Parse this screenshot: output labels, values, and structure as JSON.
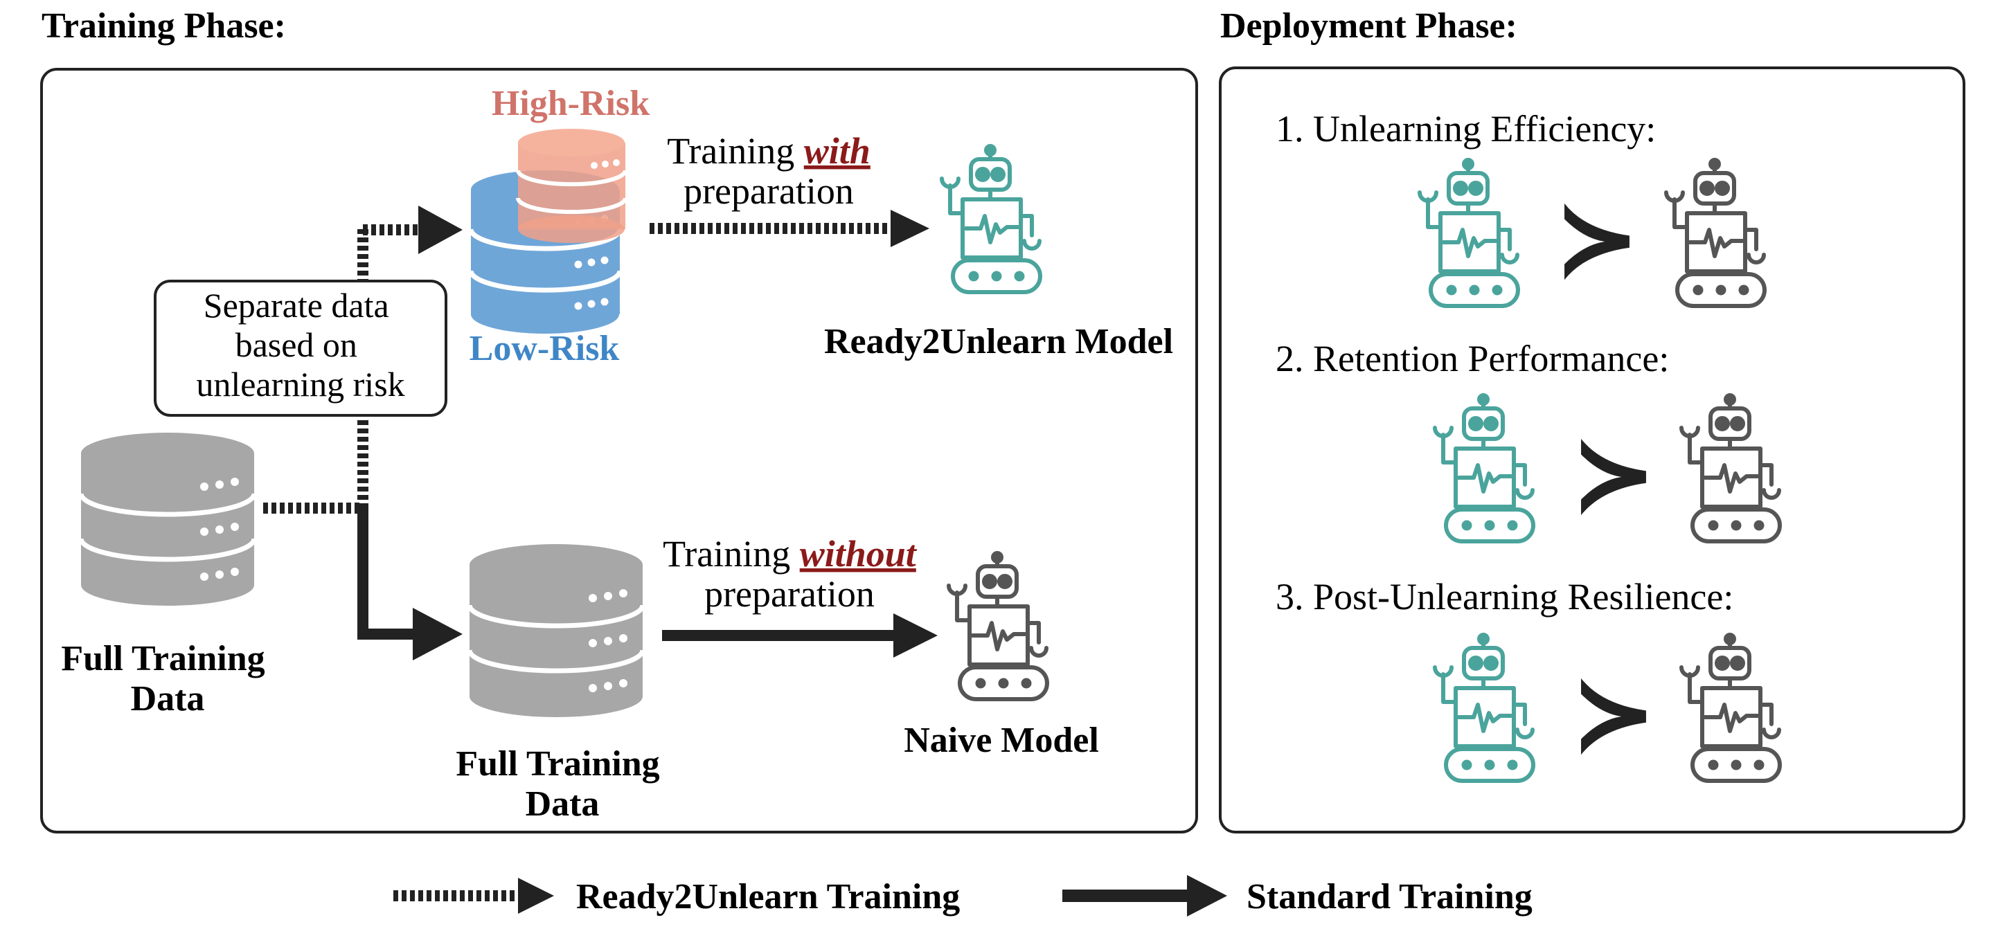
{
  "colors": {
    "teal": "#4aa49c",
    "gray_robot": "#555555",
    "gray_db": "#a7a7a7",
    "blue_db": "#6fa6d8",
    "salmon_db": "#f0a088",
    "high_risk_text": "#d0736a",
    "low_risk_text": "#3f86c6",
    "emphasis_red": "#8b1a1a",
    "dark": "#222222"
  },
  "training": {
    "heading": "Training Phase:",
    "high_risk_label": "High-Risk",
    "low_risk_label": "Low-Risk",
    "separate_box_lines": [
      "Separate data",
      "based on",
      "unlearning risk"
    ],
    "with_prefix": "Training ",
    "with_emph": "with",
    "with_suffix": "preparation",
    "without_prefix": "Training ",
    "without_emph": "without",
    "without_suffix": "preparation",
    "ready_model_label": "Ready2Unlearn Model",
    "naive_model_label": "Naive Model",
    "full_data_left_lines": [
      "Full Training",
      "Data"
    ],
    "full_data_mid_lines": [
      "Full Training",
      "Data"
    ]
  },
  "deployment": {
    "heading": "Deployment Phase:",
    "criteria": [
      {
        "label": "1. Unlearning Efficiency:",
        "symbol": "≻"
      },
      {
        "label": "2. Retention Performance:",
        "symbol": "≻"
      },
      {
        "label": "3. Post-Unlearning Resilience:",
        "symbol": "≻"
      }
    ]
  },
  "legend": {
    "ready_label": "Ready2Unlearn Training",
    "standard_label": "Standard Training"
  }
}
